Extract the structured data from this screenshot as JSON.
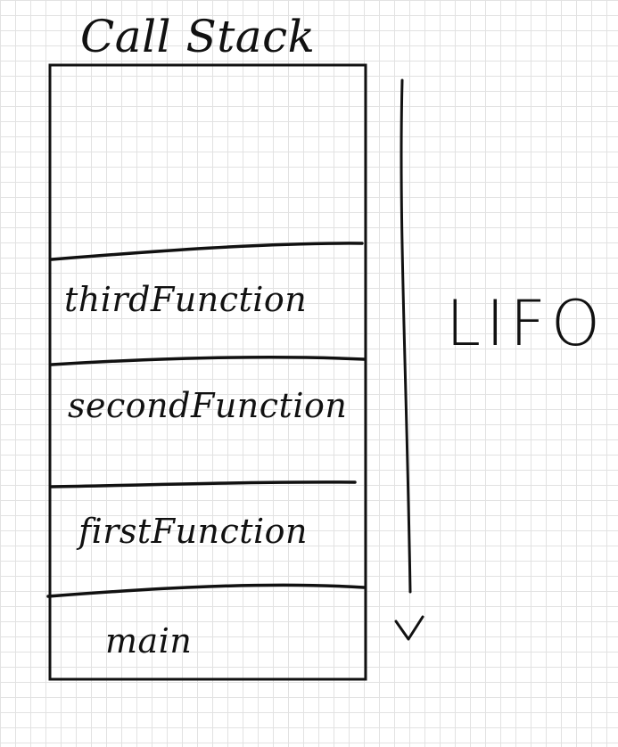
{
  "title": "Call Stack",
  "side_label": "LIFO",
  "frames": [
    {
      "label": "thirdFunction"
    },
    {
      "label": "secondFunction"
    },
    {
      "label": "firstFunction"
    },
    {
      "label": "main"
    }
  ],
  "colors": {
    "ink": "#111111",
    "grid": "#e2e2e2",
    "paper": "#ffffff"
  },
  "icons": [
    "down-arrow-icon"
  ]
}
